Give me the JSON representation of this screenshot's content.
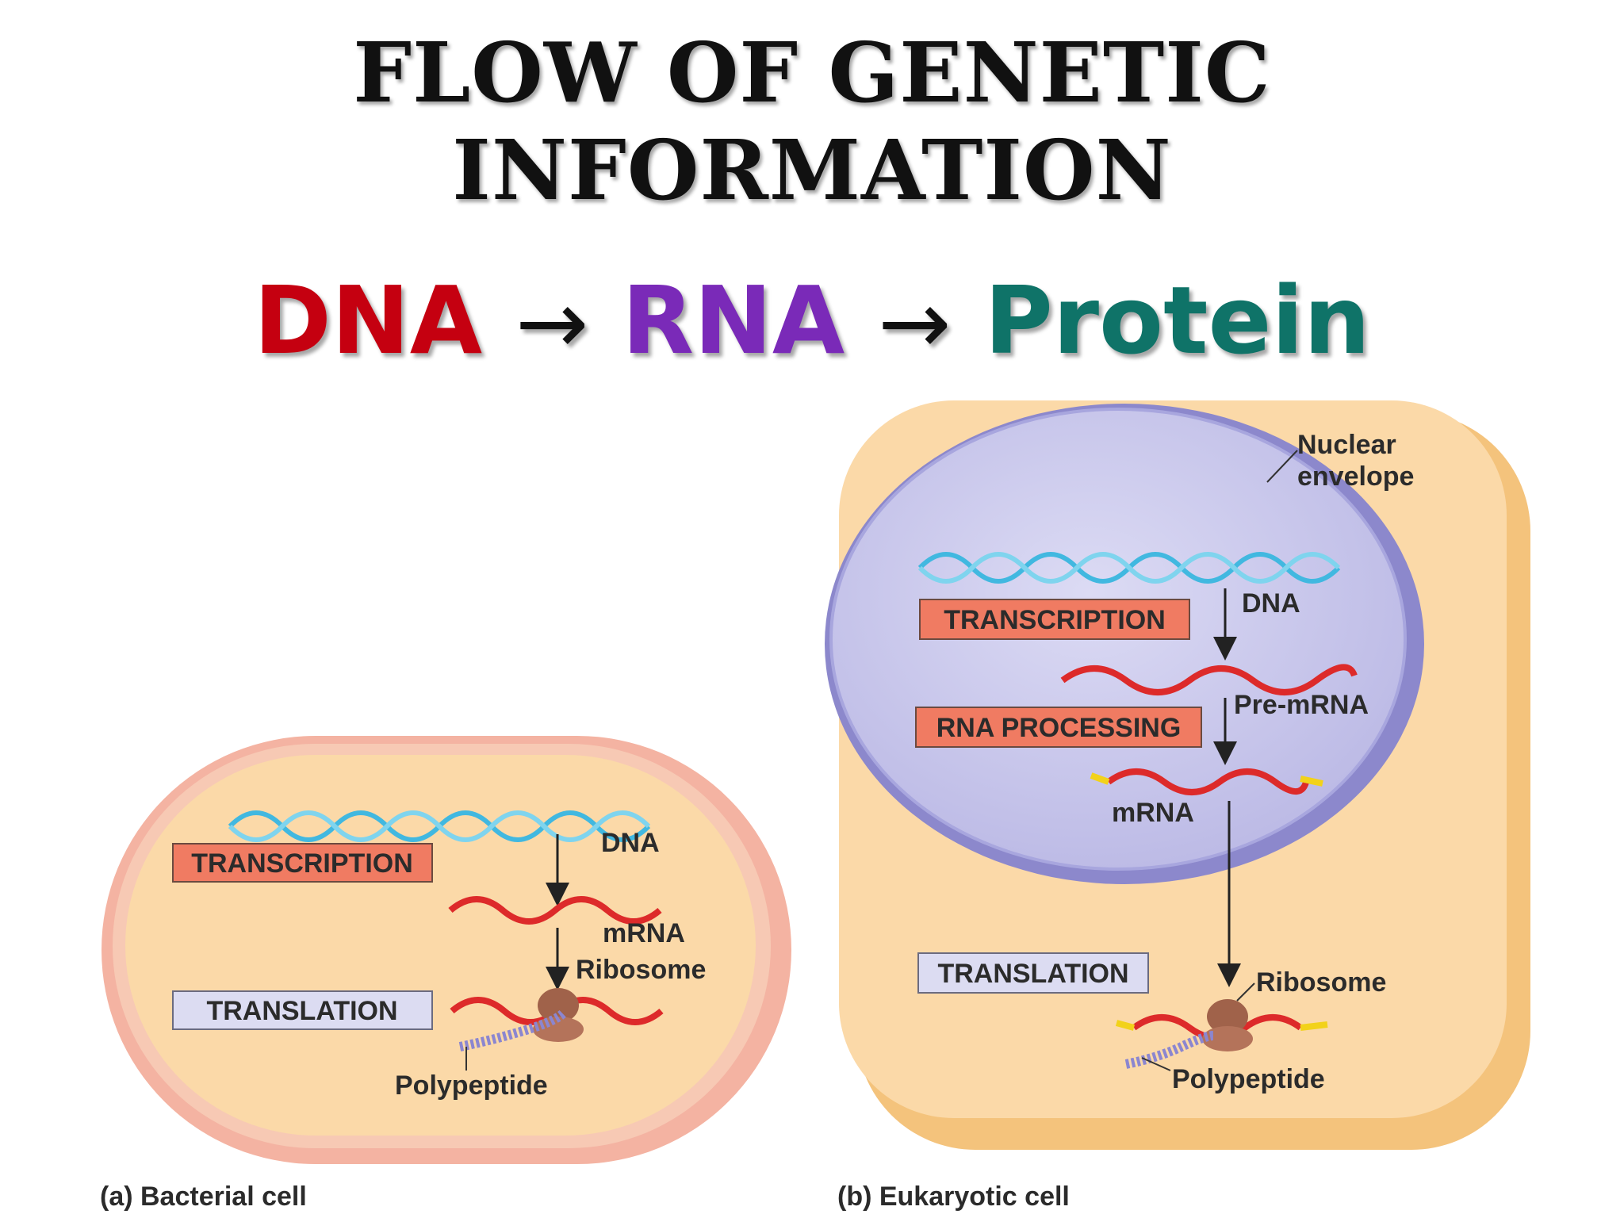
{
  "title": "FLOW OF GENETIC INFORMATION",
  "flow": {
    "dna": "DNA",
    "arrow1": "→",
    "rna": "RNA",
    "arrow2": "→",
    "protein": "Protein",
    "colors": {
      "dna": "#c50010",
      "rna": "#7a2ab8",
      "protein": "#0f7368"
    }
  },
  "bacterial": {
    "caption": "(a) Bacterial cell",
    "transcription": "TRANSCRIPTION",
    "translation": "TRANSLATION",
    "dna": "DNA",
    "mrna": "mRNA",
    "ribosome": "Ribosome",
    "polypeptide": "Polypeptide"
  },
  "eukaryotic": {
    "caption": "(b) Eukaryotic cell",
    "nuclear_envelope_1": "Nuclear",
    "nuclear_envelope_2": "envelope",
    "transcription": "TRANSCRIPTION",
    "rna_processing": "RNA PROCESSING",
    "translation": "TRANSLATION",
    "dna": "DNA",
    "pre_mrna": "Pre-mRNA",
    "mrna": "mRNA",
    "ribosome": "Ribosome",
    "polypeptide": "Polypeptide"
  },
  "colors": {
    "cytoplasm": "#fbd9a8",
    "bacterial_wall": "#f5b8a6",
    "nucleus": "#c9c8ea",
    "nucleus_edge": "#8c88cc",
    "transcription_box": "#f07b62",
    "translation_box": "#dcdcf2",
    "dna_strand": "#41b8e0",
    "mrna_strand": "#dd2a2a"
  }
}
